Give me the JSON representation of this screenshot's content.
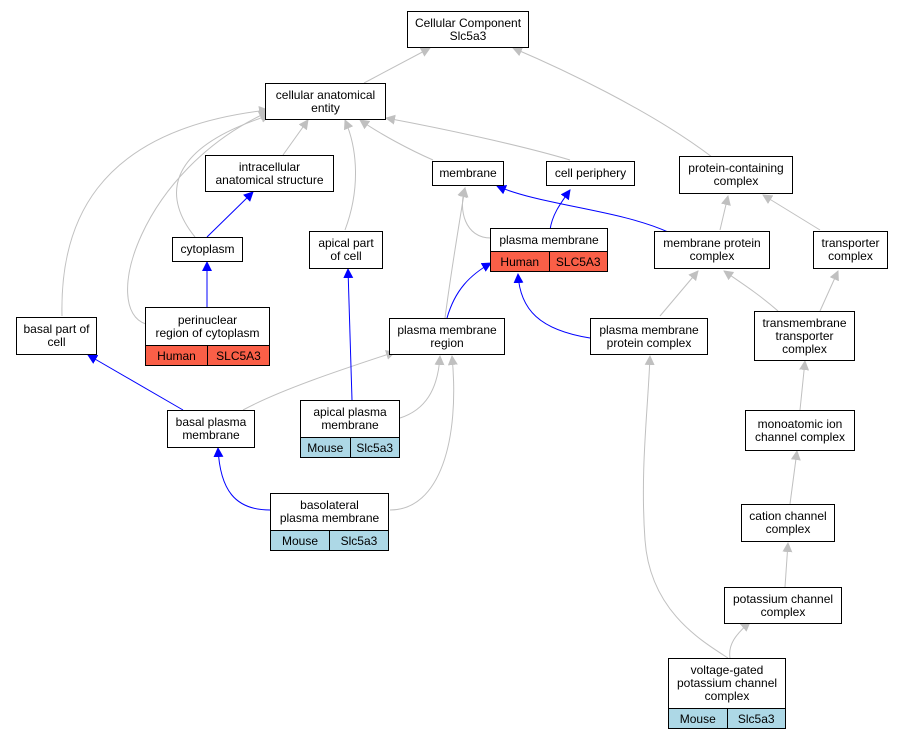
{
  "colors": {
    "gray_edge": "#c0c0c0",
    "blue_edge": "#0000ff",
    "human_tag": "#fa5f47",
    "mouse_tag": "#add8e6"
  },
  "nodes": {
    "cc": {
      "lines": [
        "Cellular Component",
        "Slc5a3"
      ]
    },
    "cae": {
      "lines": [
        "cellular anatomical",
        "entity"
      ]
    },
    "ias": {
      "lines": [
        "intracellular",
        "anatomical structure"
      ]
    },
    "membrane": {
      "lines": [
        "membrane"
      ]
    },
    "cellper": {
      "lines": [
        "cell periphery"
      ]
    },
    "pcc": {
      "lines": [
        "protein-containing",
        "complex"
      ]
    },
    "cyto": {
      "lines": [
        "cytoplasm"
      ]
    },
    "apical": {
      "lines": [
        "apical part",
        "of cell"
      ]
    },
    "pm": {
      "lines": [
        "plasma membrane"
      ],
      "tags": [
        "Human",
        "SLC5A3"
      ]
    },
    "mpc": {
      "lines": [
        "membrane protein",
        "complex"
      ]
    },
    "tc": {
      "lines": [
        "transporter",
        "complex"
      ]
    },
    "perinuc": {
      "lines": [
        "perinuclear",
        "region of cytoplasm"
      ],
      "tags": [
        "Human",
        "SLC5A3"
      ]
    },
    "basalpart": {
      "lines": [
        "basal part of",
        "cell"
      ]
    },
    "pmr": {
      "lines": [
        "plasma membrane",
        "region"
      ]
    },
    "pmpc": {
      "lines": [
        "plasma membrane",
        "protein complex"
      ]
    },
    "ttc": {
      "lines": [
        "transmembrane",
        "transporter",
        "complex"
      ]
    },
    "bpm": {
      "lines": [
        "basal plasma",
        "membrane"
      ]
    },
    "apm": {
      "lines": [
        "apical plasma",
        "membrane"
      ],
      "tags": [
        "Mouse",
        "Slc5a3"
      ]
    },
    "micc": {
      "lines": [
        "monoatomic ion",
        "channel complex"
      ]
    },
    "blpm": {
      "lines": [
        "basolateral",
        "plasma membrane"
      ],
      "tags": [
        "Mouse",
        "Slc5a3"
      ]
    },
    "ccc": {
      "lines": [
        "cation channel",
        "complex"
      ]
    },
    "kcc": {
      "lines": [
        "potassium channel",
        "complex"
      ]
    },
    "vgkcc": {
      "lines": [
        "voltage-gated",
        "potassium channel",
        "complex"
      ],
      "tags": [
        "Mouse",
        "Slc5a3"
      ]
    }
  }
}
